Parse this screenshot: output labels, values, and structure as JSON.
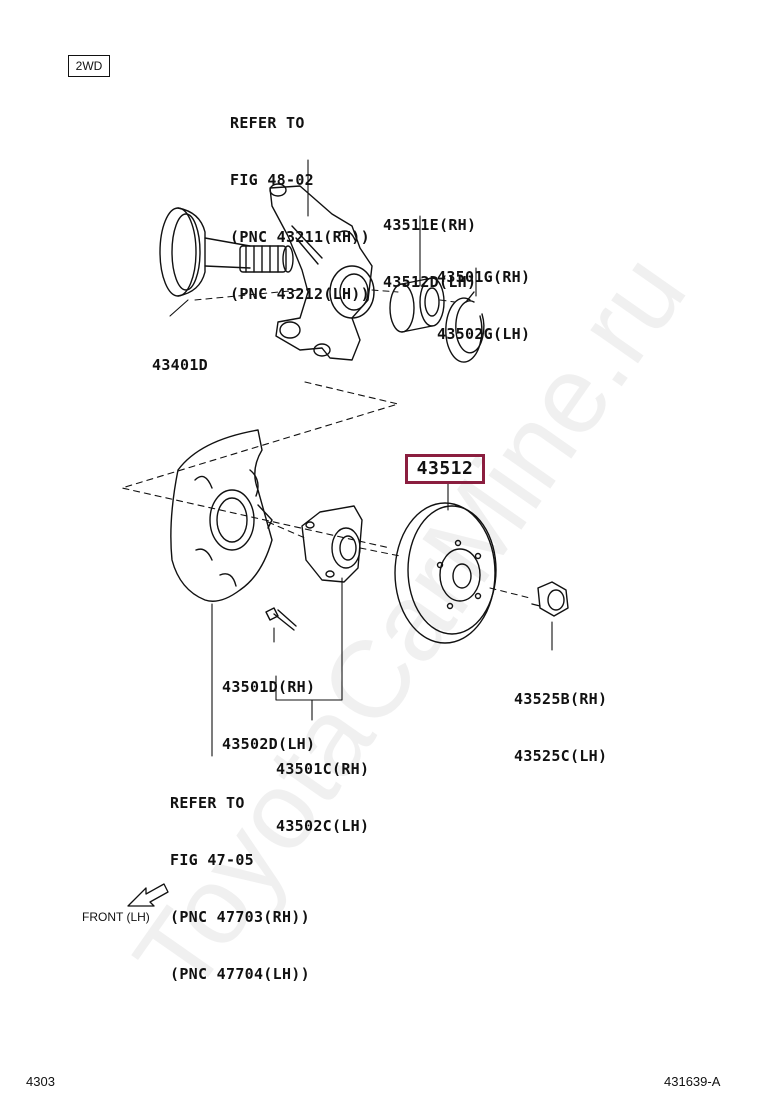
{
  "badge": "2WD",
  "highlighted_part": "43512",
  "watermark": "ToyotaCarMine.ru",
  "front_label": "FRONT (LH)",
  "footer": {
    "left": "4303",
    "right": "431639-A"
  },
  "labels": {
    "refer_top": [
      "REFER TO",
      "FIG 48-02",
      "(PNC 43211(RH))",
      "(PNC 43212(LH))"
    ],
    "p43511": [
      "43511E(RH)",
      "43512D(LH)"
    ],
    "p43501g": [
      "43501G(RH)",
      "43502G(LH)"
    ],
    "p43401": [
      "43401D"
    ],
    "p43501d": [
      "43501D(RH)",
      "43502D(LH)"
    ],
    "p43525": [
      "43525B(RH)",
      "43525C(LH)"
    ],
    "p43501c": [
      "43501C(RH)",
      "43502C(LH)"
    ],
    "refer_bottom": [
      "REFER TO",
      "FIG 47-05",
      "(PNC 47703(RH))",
      "(PNC 47704(LH))"
    ]
  },
  "colors": {
    "highlight_border": "#8b1e3f",
    "line": "#111111"
  }
}
